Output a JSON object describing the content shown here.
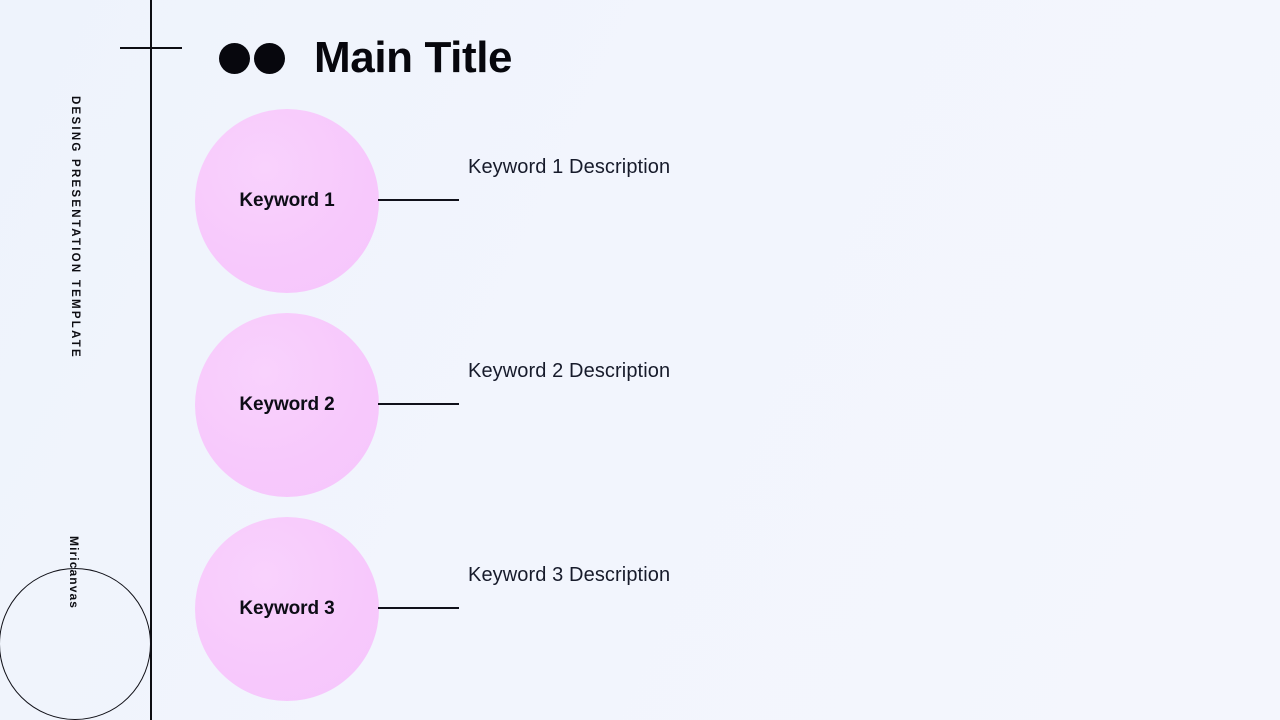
{
  "slide": {
    "background_color": "#f1f5fd",
    "accent_color": "#f7c9fc",
    "ink_color": "#0d0d12"
  },
  "header": {
    "title": "Main Title",
    "dot_count": 2
  },
  "side_labels": {
    "main": "DESING PRESENTATION TEMPLATE",
    "brand": "Miricanvas"
  },
  "rows": [
    {
      "keyword": "Keyword 1",
      "description": "Keyword 1 Description"
    },
    {
      "keyword": "Keyword 2",
      "description": "Keyword 2 Description"
    },
    {
      "keyword": "Keyword 3",
      "description": "Keyword 3 Description"
    }
  ]
}
